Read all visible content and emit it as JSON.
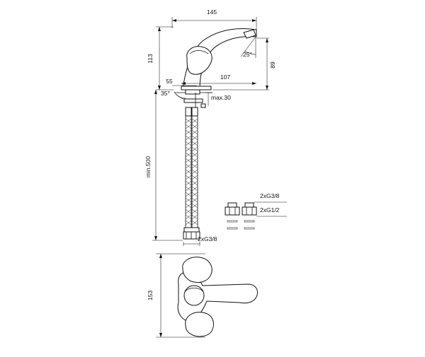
{
  "dimensions": {
    "spout_width": "145",
    "height": "113",
    "spout_angle": "25°",
    "outlet_height": "89",
    "reach": "107",
    "mount_offset": "55",
    "mount_angle": "35°",
    "max_deck": "max.30",
    "min_hose": "min.500",
    "hose_thread": "2xG3/8",
    "adapter_thread_a": "2xG3/8",
    "adapter_thread_b": "2xG1/2",
    "plan_depth": "153"
  }
}
